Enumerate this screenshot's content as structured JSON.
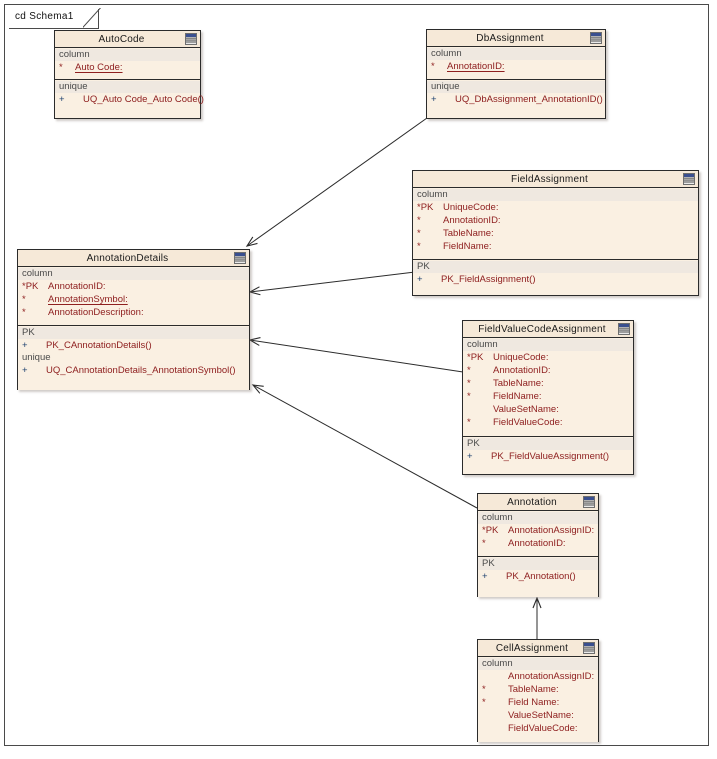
{
  "frame": {
    "label": "cd Schema1"
  },
  "icon_name": "table-icon",
  "classes": [
    {
      "id": "autocode",
      "name": "AutoCode",
      "compartments": [
        {
          "stereotype": "column",
          "rows": [
            {
              "mark": "*",
              "text": "Auto Code:",
              "underline": true,
              "indent": true
            }
          ]
        },
        {
          "stereotype": "unique",
          "rows": [
            {
              "mark": "+",
              "text": "UQ_Auto Code_Auto Code()",
              "kind": "op"
            }
          ]
        }
      ]
    },
    {
      "id": "dbassignment",
      "name": "DbAssignment",
      "compartments": [
        {
          "stereotype": "column",
          "rows": [
            {
              "mark": "*",
              "text": "AnnotationID:",
              "underline": true,
              "indent": true
            }
          ]
        },
        {
          "stereotype": "unique",
          "rows": [
            {
              "mark": "+",
              "text": "UQ_DbAssignment_AnnotationID()",
              "kind": "op"
            }
          ]
        }
      ]
    },
    {
      "id": "fieldassignment",
      "name": "FieldAssignment",
      "compartments": [
        {
          "stereotype": "column",
          "rows": [
            {
              "mark": "*PK",
              "text": "UniqueCode:",
              "pk": true
            },
            {
              "mark": "*",
              "text": "AnnotationID:",
              "indent": true
            },
            {
              "mark": "*",
              "text": "TableName:",
              "indent": true
            },
            {
              "mark": "*",
              "text": "FieldName:",
              "indent": true
            }
          ]
        },
        {
          "stereotype": "PK",
          "rows": [
            {
              "mark": "+",
              "text": "PK_FieldAssignment()",
              "kind": "op"
            }
          ]
        }
      ]
    },
    {
      "id": "annotationdetails",
      "name": "AnnotationDetails",
      "compartments": [
        {
          "stereotype": "column",
          "rows": [
            {
              "mark": "*PK",
              "text": "AnnotationID:",
              "pk": true
            },
            {
              "mark": "*",
              "text": "AnnotationSymbol:",
              "underline": true,
              "indent": true
            },
            {
              "mark": "*",
              "text": "AnnotationDescription:",
              "indent": true
            }
          ]
        },
        {
          "stereotype": "PK",
          "rows": [
            {
              "mark": "+",
              "text": "PK_CAnnotationDetails()",
              "kind": "op"
            },
            {
              "stereotype_inline": "unique"
            },
            {
              "mark": "+",
              "text": "UQ_CAnnotationDetails_AnnotationSymbol()",
              "kind": "op"
            }
          ]
        }
      ]
    },
    {
      "id": "fieldvaluecodeassignment",
      "name": "FieldValueCodeAssignment",
      "compartments": [
        {
          "stereotype": "column",
          "rows": [
            {
              "mark": "*PK",
              "text": "UniqueCode:",
              "pk": true
            },
            {
              "mark": "*",
              "text": "AnnotationID:",
              "indent": true
            },
            {
              "mark": "*",
              "text": "TableName:",
              "indent": true
            },
            {
              "mark": "*",
              "text": "FieldName:",
              "indent": true
            },
            {
              "mark": "",
              "text": "ValueSetName:",
              "indent": true
            },
            {
              "mark": "*",
              "text": "FieldValueCode:",
              "indent": true
            }
          ]
        },
        {
          "stereotype": "PK",
          "rows": [
            {
              "mark": "+",
              "text": "PK_FieldValueAssignment()",
              "kind": "op"
            }
          ]
        }
      ]
    },
    {
      "id": "annotation",
      "name": "Annotation",
      "compartments": [
        {
          "stereotype": "column",
          "rows": [
            {
              "mark": "*PK",
              "text": "AnnotationAssignID:",
              "pk": true
            },
            {
              "mark": "*",
              "text": "AnnotationID:",
              "indent": true
            }
          ]
        },
        {
          "stereotype": "PK",
          "rows": [
            {
              "mark": "+",
              "text": "PK_Annotation()",
              "kind": "op"
            }
          ]
        }
      ]
    },
    {
      "id": "cellassignment",
      "name": "CellAssignment",
      "compartments": [
        {
          "stereotype": "column",
          "rows": [
            {
              "mark": "",
              "text": "AnnotationAssignID:",
              "indent": true
            },
            {
              "mark": "*",
              "text": "TableName:",
              "indent": true
            },
            {
              "mark": "*",
              "text": "Field Name:",
              "indent": true
            },
            {
              "mark": "",
              "text": "ValueSetName:",
              "indent": true
            },
            {
              "mark": "",
              "text": "FieldValueCode:",
              "indent": true
            }
          ]
        }
      ]
    }
  ],
  "connectors": [
    {
      "from": "dbassignment",
      "to": "annotationdetails",
      "name": "link-dbassignment-to-annotationdetails"
    },
    {
      "from": "fieldassignment",
      "to": "annotationdetails",
      "name": "link-fieldassignment-to-annotationdetails"
    },
    {
      "from": "fieldvaluecodeassignment",
      "to": "annotationdetails",
      "name": "link-fieldvaluecodeassignment-to-annotationdetails"
    },
    {
      "from": "annotation",
      "to": "annotationdetails",
      "name": "link-annotation-to-annotationdetails"
    },
    {
      "from": "cellassignment",
      "to": "annotation",
      "name": "link-cellassignment-to-annotation"
    }
  ],
  "colors": {
    "box_fill": "#faf0e2",
    "header_fill": "#f6e9d8",
    "stereotype_fill": "#efe8e0",
    "border": "#2b2b2b",
    "attribute_text": "#8f2020",
    "operation_mark": "#1c3f6e",
    "frame_border": "#4a4a4a"
  }
}
